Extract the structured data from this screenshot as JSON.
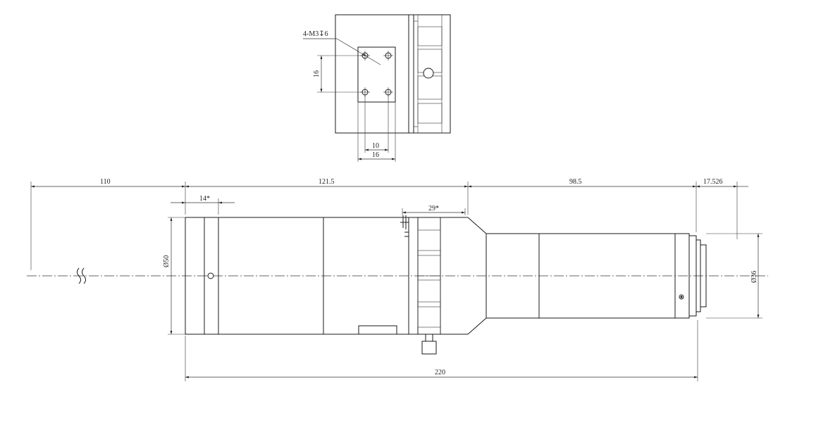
{
  "top_view": {
    "hole_callout": "4-M3↧6",
    "dim_vertical": "16",
    "dim_inner_width": "10",
    "dim_outer_width": "16"
  },
  "side_view": {
    "dim_front_offset": "110",
    "dim_body_front": "121.5",
    "dim_body_rear": "98.5",
    "dim_mount": "17.526",
    "dim_ring_width": "14*",
    "dim_knurl_width": "29*",
    "dim_front_diameter": "Ø50",
    "dim_rear_diameter": "Ø36",
    "dim_total_length": "220"
  }
}
